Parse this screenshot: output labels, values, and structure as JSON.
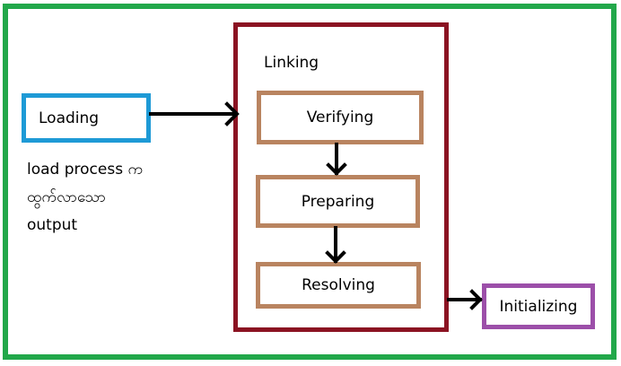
{
  "diagram": {
    "nodes": {
      "loading": "Loading",
      "linking": "Linking",
      "verifying": "Verifying",
      "preparing": "Preparing",
      "resolving": "Resolving",
      "initializing": "Initializing"
    },
    "note": {
      "line1": "load process က",
      "line2": "ထွက်လာသော",
      "line3": "output"
    },
    "edges": [
      {
        "from": "Loading",
        "to": "Linking"
      },
      {
        "from": "Verifying",
        "to": "Preparing"
      },
      {
        "from": "Preparing",
        "to": "Resolving"
      },
      {
        "from": "Linking",
        "to": "Initializing"
      }
    ],
    "colors": {
      "outer_frame": "#22a84a",
      "loading_border": "#1e9ad6",
      "linking_border": "#8b1322",
      "step_border": "#b98460",
      "initializing_border": "#9c4fa9",
      "arrow": "#000000"
    }
  }
}
